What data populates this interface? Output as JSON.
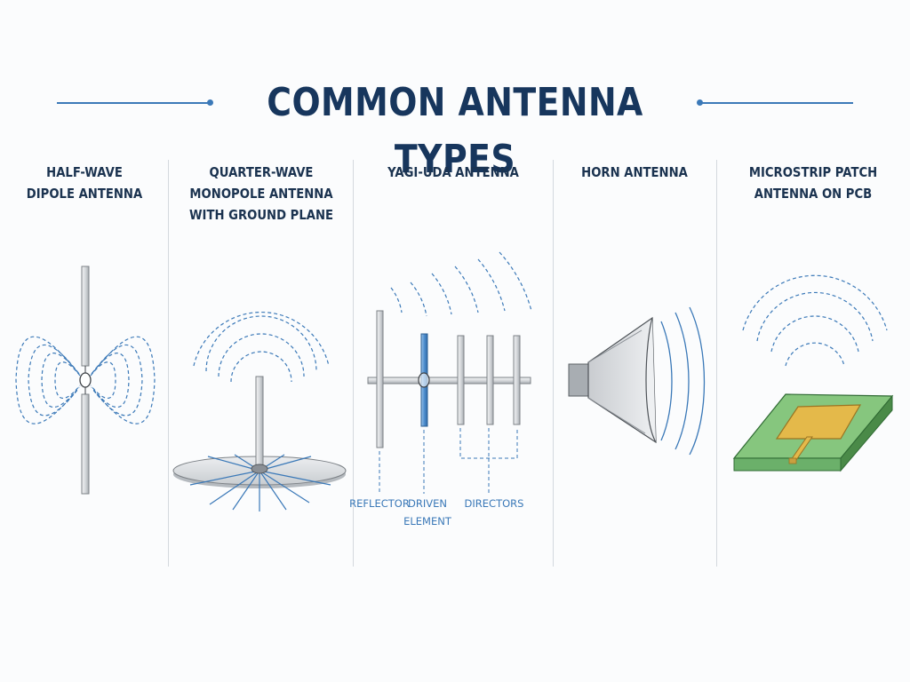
{
  "title": "COMMON ANTENNA TYPES",
  "panels": [
    {
      "lines": [
        "HALF-WAVE",
        "DIPOLE ANTENNA"
      ]
    },
    {
      "lines": [
        "QUARTER-WAVE",
        "MONOPOLE ANTENNA",
        "WITH GROUND PLANE"
      ]
    },
    {
      "lines": [
        "YAGI-UDA ANTENNA"
      ]
    },
    {
      "lines": [
        "HORN ANTENNA"
      ]
    },
    {
      "lines": [
        "MICROSTRIP PATCH",
        "ANTENNA ON PCB"
      ]
    }
  ],
  "yagi_labels": {
    "reflector": "REFLECTOR",
    "driven_1": "DRIVEN",
    "driven_2": "ELEMENT",
    "directors": "DIRECTORS"
  },
  "colors": {
    "title": "#17365d",
    "accent": "#3b79b8",
    "metal": "#d9dcdf",
    "pcb": "#86c67e",
    "patch": "#e4b94a"
  }
}
